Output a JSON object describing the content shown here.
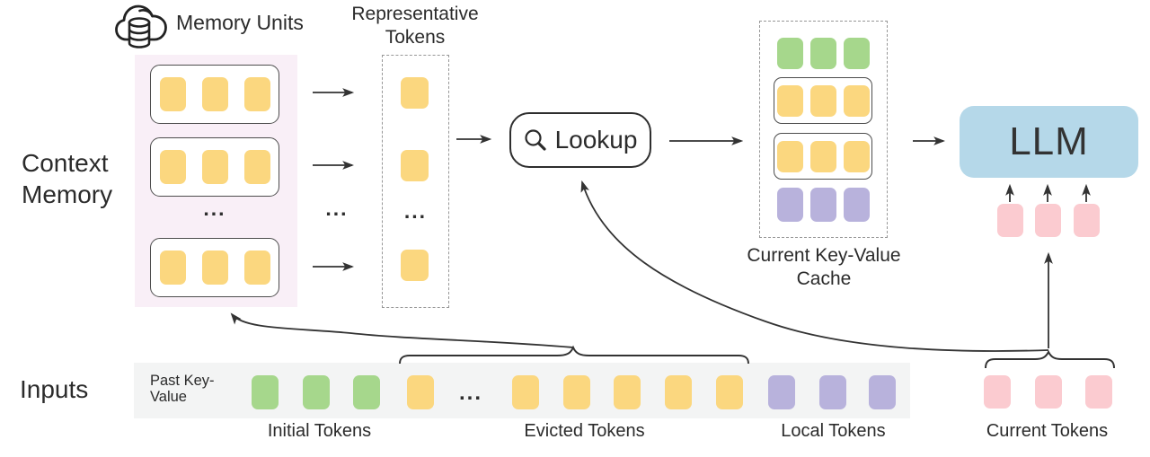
{
  "diagram": {
    "context_memory": {
      "label": "Context Memory",
      "memory_units_label": "Memory Units",
      "ellipsis": "...",
      "units": [
        {
          "tokens": 3,
          "color": "yellow"
        },
        {
          "tokens": 3,
          "color": "yellow"
        },
        {
          "tokens": 3,
          "color": "yellow"
        }
      ]
    },
    "representative": {
      "label": "Representative Tokens",
      "ellipsis": "...",
      "tokens": 3,
      "token_color": "yellow"
    },
    "lookup": {
      "label": "Lookup",
      "icon": "magnifier-icon"
    },
    "cache": {
      "label": "Current Key-Value Cache",
      "rows": [
        {
          "style": "plain",
          "color": "green",
          "tokens": 3
        },
        {
          "style": "boxed",
          "color": "yellow",
          "tokens": 3
        },
        {
          "style": "boxed",
          "color": "yellow",
          "tokens": 3
        },
        {
          "style": "plain",
          "color": "purple",
          "tokens": 3
        }
      ]
    },
    "llm": {
      "label": "LLM",
      "input_tokens": 3,
      "input_token_color": "pink"
    },
    "inputs": {
      "label": "Inputs",
      "past_key_value_label": "Past Key-Value",
      "ellipsis": "...",
      "groups": [
        {
          "label": "Initial Tokens",
          "color": "green",
          "tokens": 3
        },
        {
          "label": "Evicted Tokens",
          "color": "yellow",
          "tokens": 6
        },
        {
          "label": "Local Tokens",
          "color": "purple",
          "tokens": 3
        },
        {
          "label": "Current Tokens",
          "color": "pink",
          "tokens": 3
        }
      ]
    },
    "icons": {
      "memory": "cloud-database-icon",
      "lookup": "magnifier-icon"
    },
    "colors": {
      "token_yellow": "#FBD77F",
      "token_green": "#A6D78C",
      "token_purple": "#B8B2DC",
      "token_pink": "#FBCBD0",
      "llm_box": "#B5D8E9",
      "memory_background": "#F9EFF7",
      "input_strip_background": "#F3F4F4",
      "line": "#333333",
      "text": "#2B2B2B"
    }
  }
}
